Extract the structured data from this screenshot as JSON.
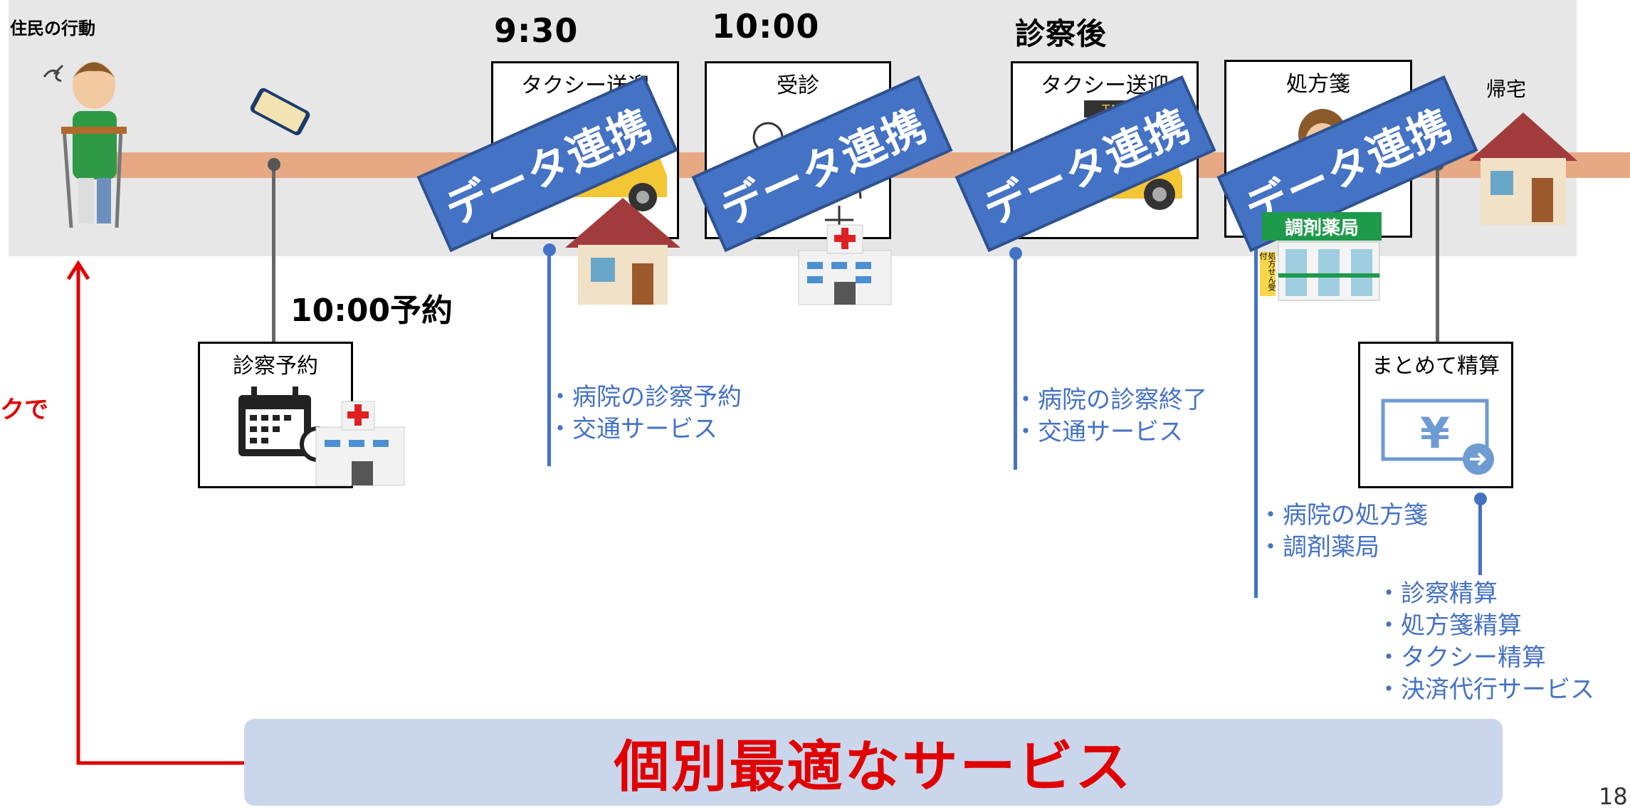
{
  "header": {
    "section_label": "住民の行動",
    "time_1": "9:30",
    "time_2": "10:00",
    "time_3": "診察後",
    "home_label": "帰宅"
  },
  "steps": {
    "reservation": {
      "time_label": "10:00予約",
      "title": "診察予約"
    },
    "taxi_pickup_1": {
      "title": "タクシー送迎"
    },
    "consultation": {
      "title": "受診"
    },
    "taxi_pickup_2": {
      "title": "タクシー送迎"
    },
    "prescription": {
      "title": "処方箋"
    },
    "settlement": {
      "title": "まとめて精算"
    }
  },
  "banners": [
    "データ連携",
    "データ連携",
    "データ連携",
    "データ連携"
  ],
  "notes": {
    "taxi_1": [
      "病院の診察予約",
      "交通サービス"
    ],
    "taxi_2": [
      "病院の診察終了",
      "交通サービス"
    ],
    "prescription": [
      "病院の処方箋",
      "調剤薬局"
    ],
    "settlement": [
      "診察精算",
      "処方箋精算",
      "タクシー精算",
      "決済代行サービス"
    ]
  },
  "pharmacy_sign": "調剤薬局",
  "pharmacy_side_sign": "処方せん受付",
  "taxi_sign": "TAXI",
  "left_partial_text": "クで",
  "service_box_label": "個別最適なサービス",
  "page_number": "18",
  "colors": {
    "band": "#e7e7e7",
    "road": "#e6a983",
    "link_blue": "#4472c4",
    "accent_red": "#e00000",
    "service_box": "#cad6ec"
  }
}
